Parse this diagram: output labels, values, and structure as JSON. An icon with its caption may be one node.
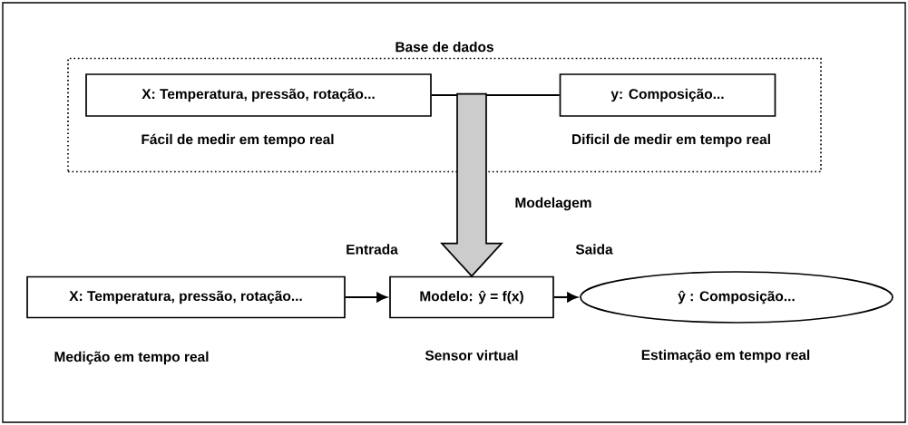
{
  "diagram": {
    "nodes": [
      {
        "text": [
          "Base de dados"
        ]
      },
      {
        "text": [
          "X: Temperatura, pressão, rotação..."
        ],
        "in": 0,
        "beside": [
          "Fácil de medir em tempo real"
        ]
      },
      {
        "text": [
          "y: Composição..."
        ],
        "in": 0,
        "beside": [
          "Dificil de medir em tempo real"
        ]
      },
      {
        "text": [
          "X: Temperatura, pressão, rotação..."
        ],
        "beside": [
          "Medição em tempo real"
        ]
      },
      {
        "text": [
          "Modelo: ŷ = f(x)"
        ],
        "beside": [
          "Sensor virtual"
        ]
      },
      {
        "text": [
          "ŷ : Composição..."
        ],
        "beside": [
          "Estimação em tempo real"
        ]
      }
    ],
    "edges": [
      {
        "from": 1,
        "to": 2,
        "arrow": "none"
      },
      {
        "from": 0,
        "to": 4,
        "arrow": "to",
        "label": "Modelagem",
        "style": "thick"
      },
      {
        "from": 3,
        "to": 4,
        "arrow": "to",
        "label": "Entrada"
      },
      {
        "from": 4,
        "to": 5,
        "arrow": "to",
        "label": "Saida"
      }
    ]
  }
}
